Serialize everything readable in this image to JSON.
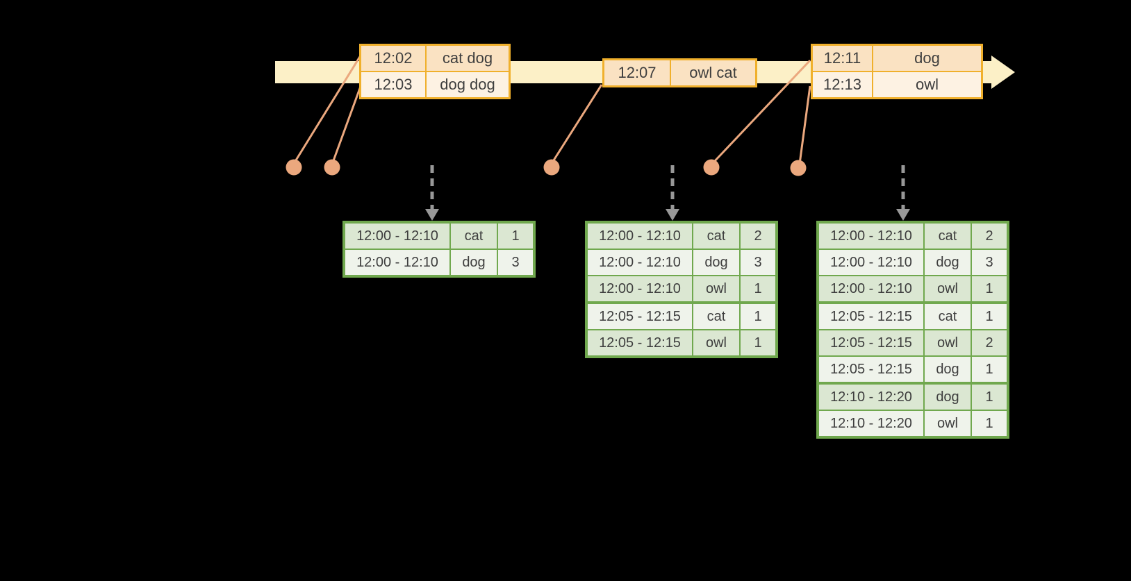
{
  "background": "#000000",
  "palette": {
    "timeline_band": "#FCF0C7",
    "event_table_border": "#F0B02C",
    "event_row_dark": "#FAE2C2",
    "event_row_light": "#FDF2E3",
    "connector_orange": "#EBA87E",
    "trigger_arrow_gray": "#989898",
    "result_table_border": "#70A84E",
    "result_row_dark": "#DBE7D2",
    "result_row_light": "#EFF3EB",
    "text": "#3E3E3E"
  },
  "timeline": {
    "event_tables": [
      {
        "rows": [
          {
            "time": "12:02",
            "words": "cat dog"
          },
          {
            "time": "12:03",
            "words": "dog dog"
          }
        ]
      },
      {
        "rows": [
          {
            "time": "12:07",
            "words": "owl cat"
          }
        ]
      },
      {
        "rows": [
          {
            "time": "12:11",
            "words": "dog"
          },
          {
            "time": "12:13",
            "words": "owl"
          }
        ]
      }
    ]
  },
  "result_tables": [
    {
      "rows": [
        {
          "window": "12:00 - 12:10",
          "word": "cat",
          "count": "1"
        },
        {
          "window": "12:00 - 12:10",
          "word": "dog",
          "count": "3"
        }
      ]
    },
    {
      "rows": [
        {
          "window": "12:00 - 12:10",
          "word": "cat",
          "count": "2"
        },
        {
          "window": "12:00 - 12:10",
          "word": "dog",
          "count": "3"
        },
        {
          "window": "12:00 - 12:10",
          "word": "owl",
          "count": "1"
        },
        {
          "window": "12:05 - 12:15",
          "word": "cat",
          "count": "1"
        },
        {
          "window": "12:05 - 12:15",
          "word": "owl",
          "count": "1"
        }
      ]
    },
    {
      "rows": [
        {
          "window": "12:00 - 12:10",
          "word": "cat",
          "count": "2"
        },
        {
          "window": "12:00 - 12:10",
          "word": "dog",
          "count": "3"
        },
        {
          "window": "12:00 - 12:10",
          "word": "owl",
          "count": "1"
        },
        {
          "window": "12:05 - 12:15",
          "word": "cat",
          "count": "1"
        },
        {
          "window": "12:05 - 12:15",
          "word": "owl",
          "count": "2"
        },
        {
          "window": "12:05 - 12:15",
          "word": "dog",
          "count": "1"
        },
        {
          "window": "12:10 - 12:20",
          "word": "dog",
          "count": "1"
        },
        {
          "window": "12:10 - 12:20",
          "word": "owl",
          "count": "1"
        }
      ]
    }
  ]
}
